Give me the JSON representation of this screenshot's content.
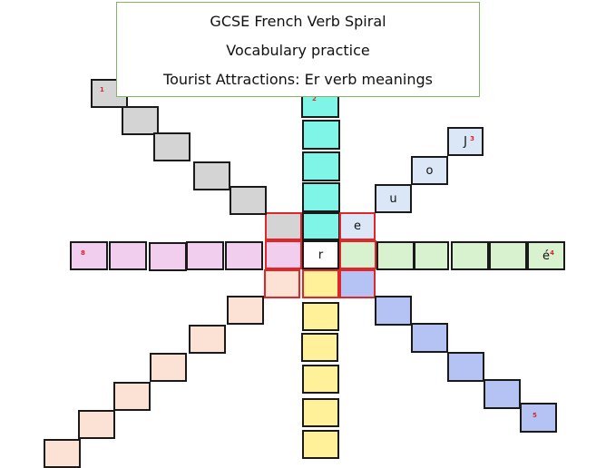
{
  "header": {
    "title": "GCSE French Verb Spiral",
    "subtitle": "Vocabulary practice",
    "topic": "Tourist Attractions: Er verb meanings"
  },
  "colors": {
    "grey": "#d4d4d4",
    "cyan": "#7ff5e8",
    "lightblue": "#dbe6f6",
    "green": "#d8f2cf",
    "purple": "#b4c3f4",
    "yellow": "#fff19a",
    "peach": "#fbe2d4",
    "pink": "#f1cdee",
    "center": "#ffffff",
    "border": "#1a1a1a",
    "highlight_border": "#e0262a",
    "number": "#d9242b"
  },
  "spiral": {
    "center": {
      "letter": "r"
    },
    "arms": [
      {
        "id": 1,
        "direction": "up-left",
        "number": "1",
        "letters": [
          "",
          "",
          "",
          "",
          "",
          ""
        ]
      },
      {
        "id": 2,
        "direction": "up",
        "number": "2",
        "letters": [
          "",
          "",
          "",
          "",
          ""
        ]
      },
      {
        "id": 3,
        "direction": "up-right",
        "number": "3",
        "letters": [
          "e",
          "u",
          "o",
          "J"
        ]
      },
      {
        "id": 4,
        "direction": "right",
        "number": "4",
        "letters": [
          "",
          "",
          "",
          "",
          "",
          "é"
        ]
      },
      {
        "id": 5,
        "direction": "down-right",
        "number": "5",
        "letters": [
          "",
          "",
          "",
          "",
          "",
          ""
        ]
      },
      {
        "id": 6,
        "direction": "down",
        "number": "",
        "letters": [
          "",
          "",
          "",
          "",
          "",
          ""
        ]
      },
      {
        "id": 7,
        "direction": "down-left",
        "number": "",
        "letters": [
          "",
          "",
          "",
          "",
          "",
          "",
          ""
        ]
      },
      {
        "id": 8,
        "direction": "left",
        "number": "8",
        "letters": [
          "",
          "",
          "",
          "",
          "",
          ""
        ]
      }
    ]
  }
}
